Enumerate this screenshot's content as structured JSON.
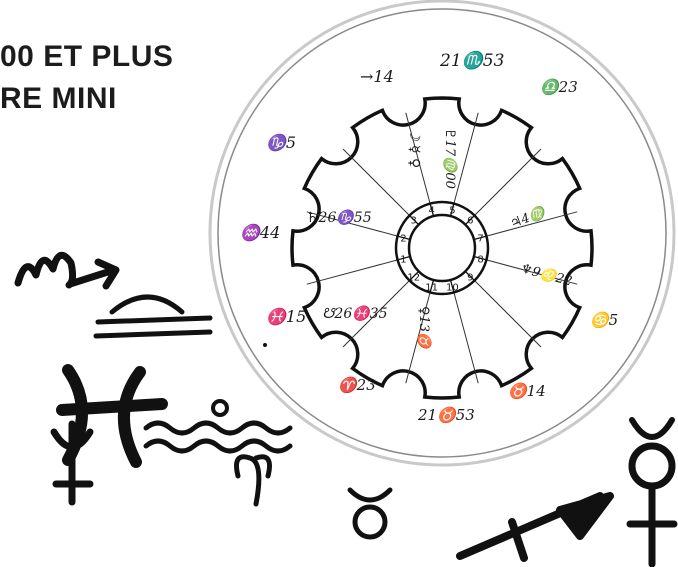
{
  "headline": {
    "line1": "00 ET PLUS",
    "line2": "RE MINI"
  },
  "chart": {
    "house_numbers": [
      "1",
      "2",
      "3",
      "4",
      "5",
      "6",
      "7",
      "8",
      "9",
      "10",
      "11",
      "12"
    ],
    "outer_labels": [
      {
        "text": "→14"
      },
      {
        "text": "21♏53"
      },
      {
        "text": "♎23"
      },
      {
        "text": "♑5"
      },
      {
        "text": "♒44"
      },
      {
        "text": "♓15"
      },
      {
        "text": "♈23"
      },
      {
        "text": "21♉53"
      },
      {
        "text": "♉14"
      },
      {
        "text": "♋5"
      }
    ],
    "inner_notes": [
      {
        "text": "♄26♑55"
      },
      {
        "text": "☋26♓35"
      },
      {
        "text": "☽ ☿ ♀"
      },
      {
        "text": "♇17♍00"
      },
      {
        "text": "♃4♍"
      },
      {
        "text": "♆9♌22"
      },
      {
        "text": "♀13♉"
      }
    ]
  },
  "glyphs": [
    {
      "name": "scorpio-glyph",
      "char": "♏"
    },
    {
      "name": "libra-glyph",
      "char": "♎"
    },
    {
      "name": "pisces-glyph",
      "char": "♓"
    },
    {
      "name": "aquarius-glyph",
      "char": "♒"
    },
    {
      "name": "neptune-glyph",
      "char": "♆"
    },
    {
      "name": "aries-glyph",
      "char": "♈"
    },
    {
      "name": "taurus-glyph",
      "char": "♉"
    },
    {
      "name": "sagittarius-glyph",
      "char": "♐"
    },
    {
      "name": "mercury-glyph",
      "char": "☿"
    }
  ]
}
